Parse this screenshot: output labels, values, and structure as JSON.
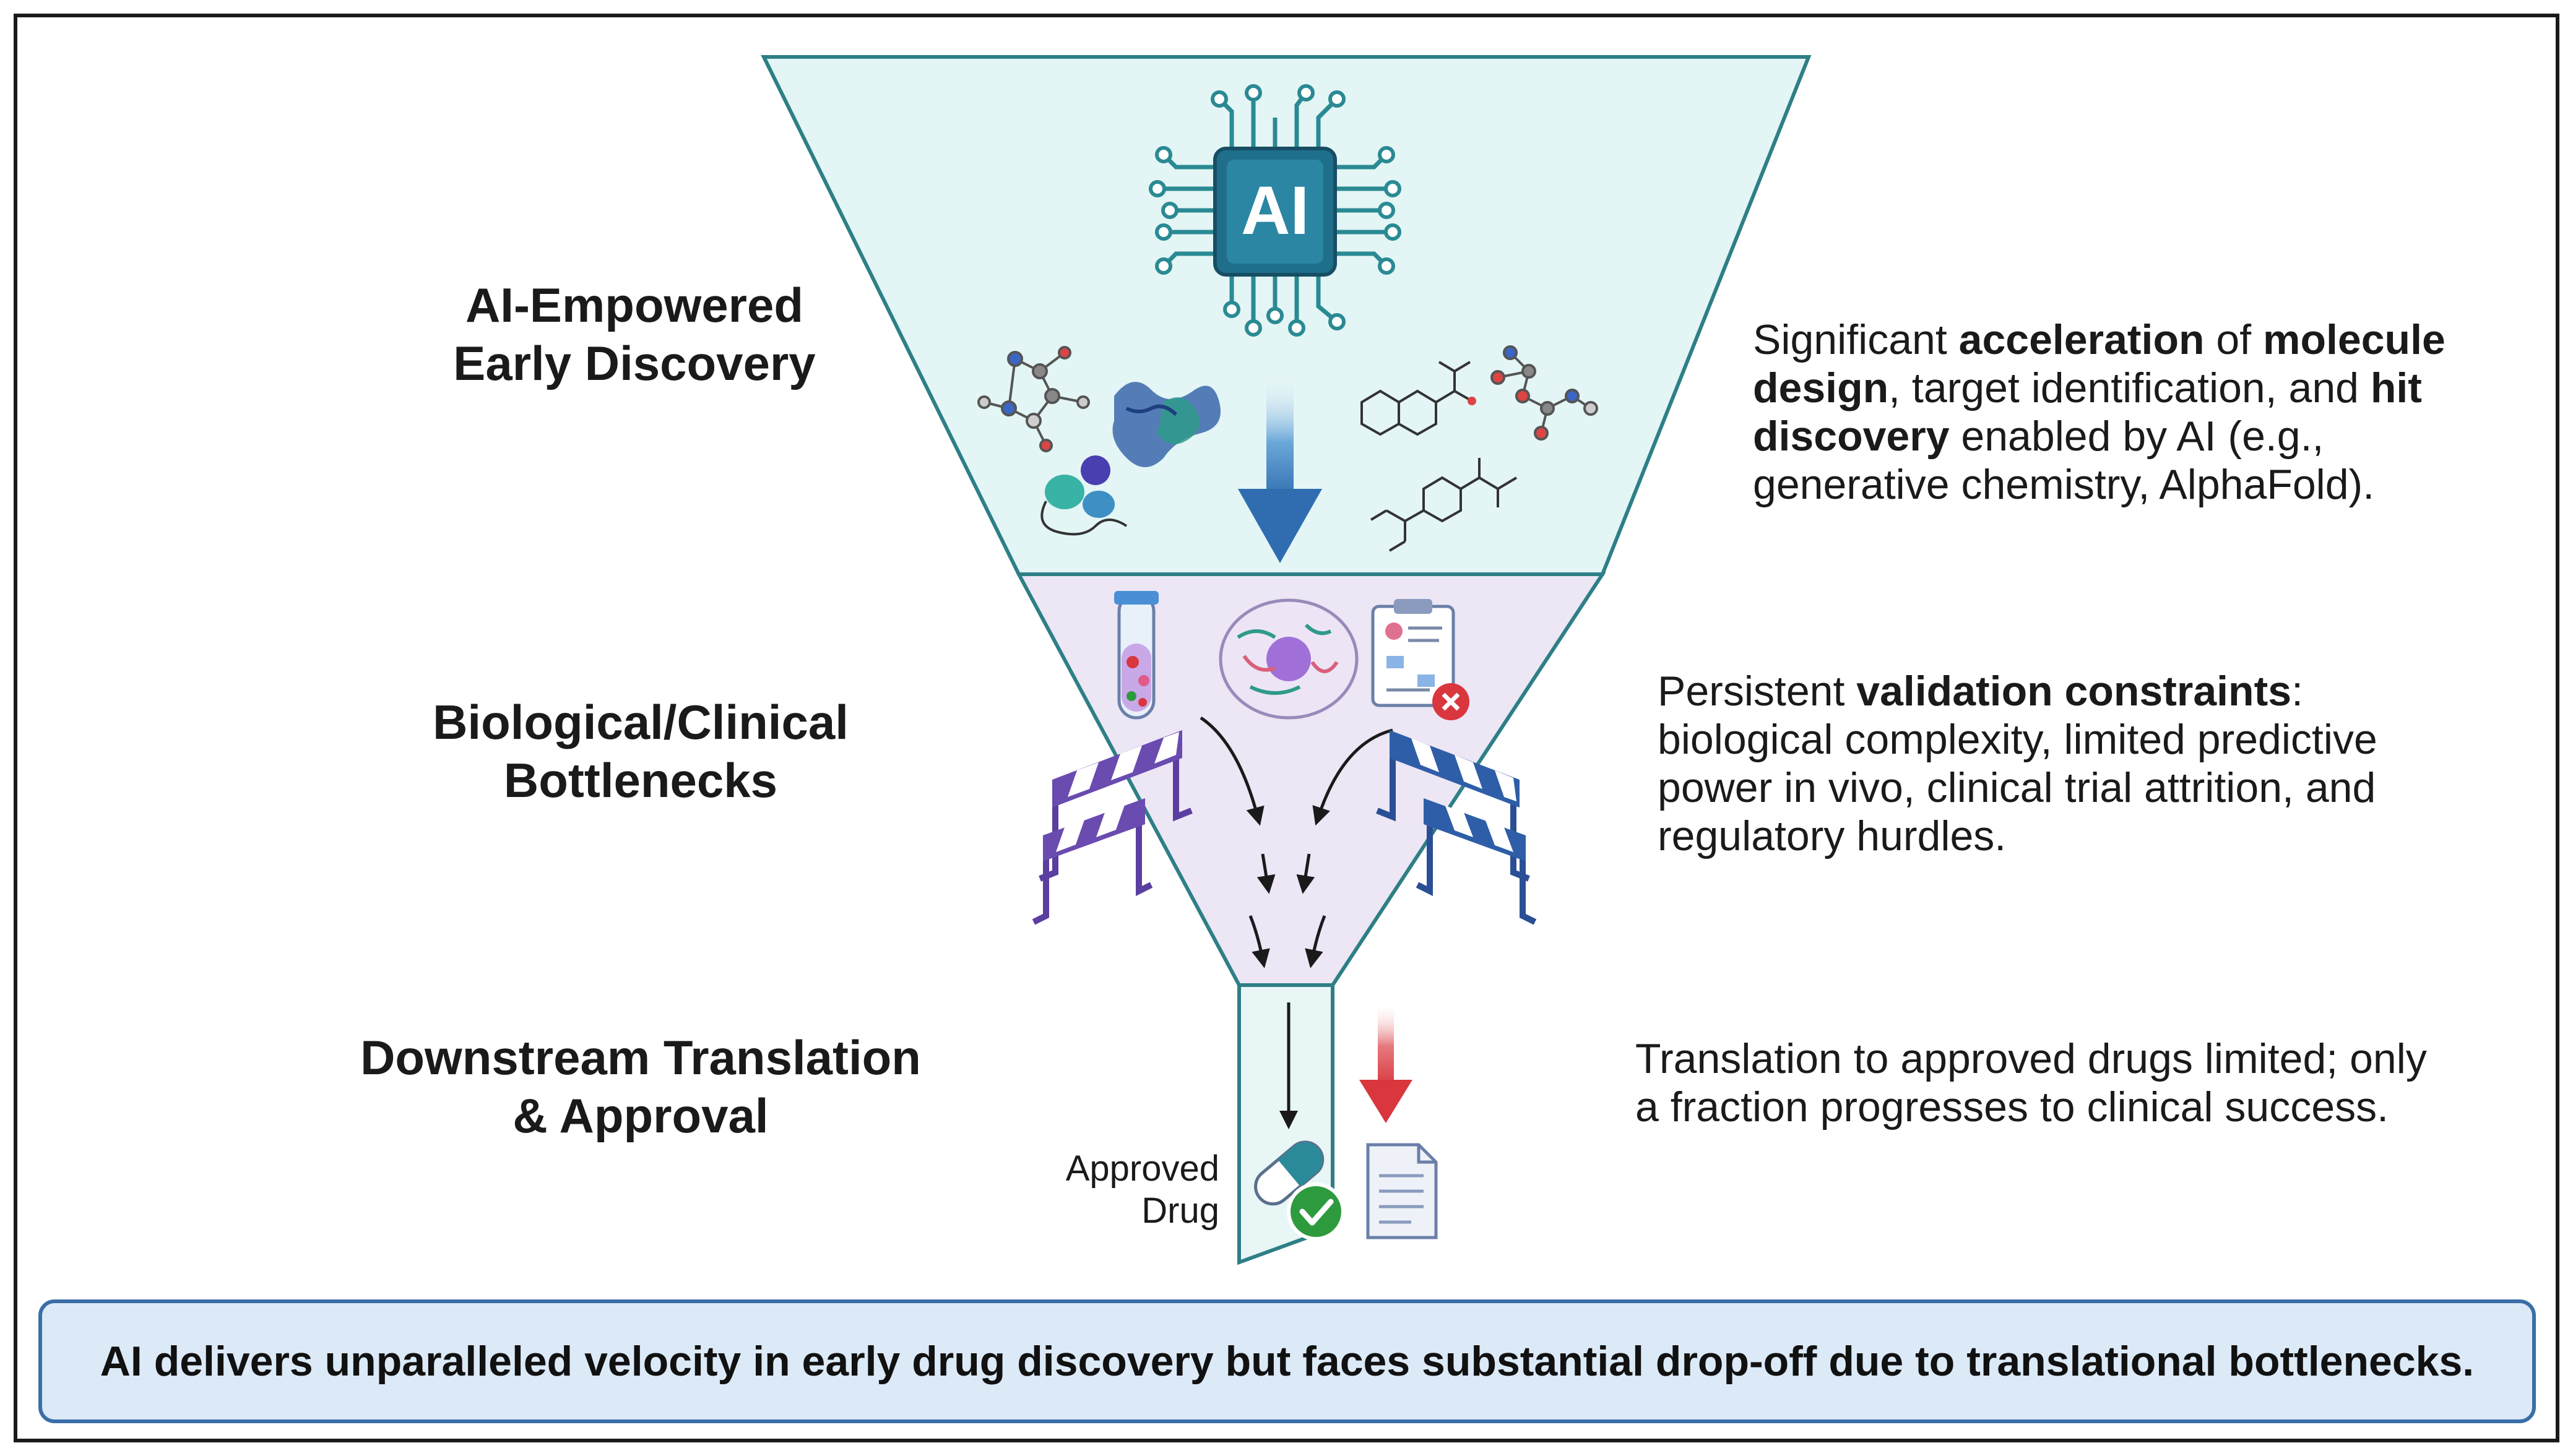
{
  "chip_label": "AI",
  "stages": [
    {
      "id": "discovery",
      "line1": "AI-Empowered",
      "line2": "Early Discovery"
    },
    {
      "id": "bottlenecks",
      "line1": "Biological/Clinical",
      "line2": "Bottlenecks"
    },
    {
      "id": "translation",
      "line1": "Downstream Translation",
      "line2": "& Approval"
    }
  ],
  "descriptions": {
    "discovery": {
      "t1": "Significant ",
      "b1": "acceleration",
      "t2": " of ",
      "b2": "molecule design",
      "t3": ", target identification, and ",
      "b3": "hit discovery",
      "t4": " enabled by AI (e.g., generative chemistry, AlphaFold)."
    },
    "bottlenecks": {
      "t1": "Persistent ",
      "b1": "validation constraints",
      "t2": ": biological complexity, limited predictive power in vivo, clinical trial attrition, and regulatory hurdles."
    },
    "translation": {
      "t1": "Translation to approved drugs limited; only a fraction progresses to clinical success."
    }
  },
  "approved_drug": {
    "line1": "Approved",
    "line2": "Drug"
  },
  "summary": "AI delivers unparalleled velocity in early drug discovery but faces substantial drop-off due to translational bottlenecks.",
  "colors": {
    "top_fill": "#e3f5f5",
    "funnel_stroke": "#2e7f86",
    "mid_fill": "#ece6f5",
    "chip_fill": "#1f6f8b",
    "chip_pins": "#2a8a93",
    "blue_arrow": "#2f6db0",
    "red_arrow": "#d9363e",
    "barrier_purple": "#6a4bb0",
    "barrier_blue": "#2f5ea8",
    "check_green": "#2e9a3e",
    "summary_border": "#3a6ea8",
    "summary_fill": "#dce9f7"
  },
  "icons": [
    "ai-chip-icon",
    "molecule-icon",
    "protein-icon",
    "test-tube-icon",
    "cell-icon",
    "clipboard-reject-icon",
    "barrier-icon",
    "pill-icon",
    "check-icon",
    "document-icon"
  ]
}
